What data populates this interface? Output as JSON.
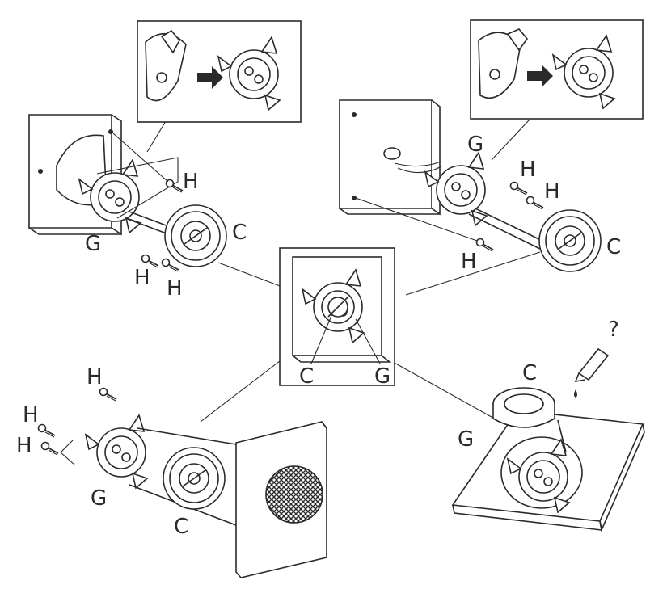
{
  "labels": {
    "h": "H",
    "g": "G",
    "c": "C",
    "question": "?"
  },
  "colors": {
    "ink": "#2a2a2a",
    "paper": "#ffffff"
  }
}
